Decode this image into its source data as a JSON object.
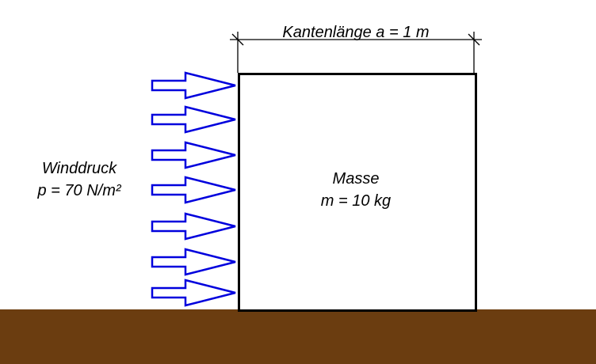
{
  "dimension": {
    "text": "Kantenlänge a = 1 m"
  },
  "wind": {
    "line1": "Winddruck",
    "line2": "p = 70 N/m²",
    "arrow_count": 7,
    "arrow_color": "#0000dd"
  },
  "mass": {
    "line1": "Masse",
    "line2": "m = 10 kg"
  },
  "colors": {
    "ground": "#6b3d10",
    "box_border": "#000000"
  }
}
